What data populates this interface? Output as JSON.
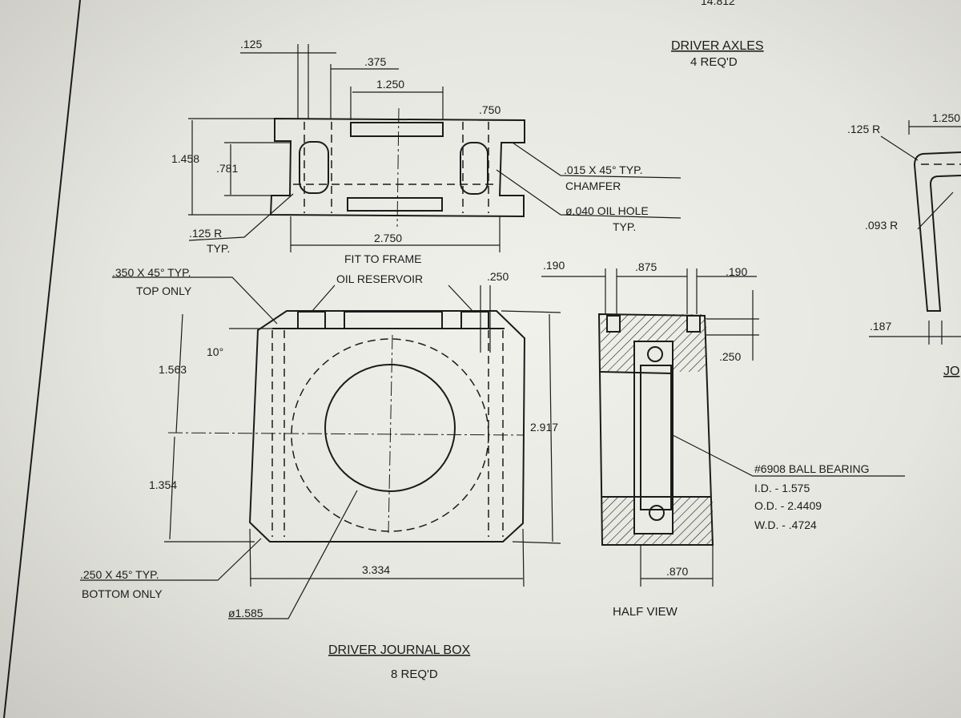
{
  "top_cut_number": "14.812",
  "axles": {
    "title": "DRIVER AXLES",
    "qty": "4 REQ'D"
  },
  "top_view": {
    "d_125": ".125",
    "d_375": ".375",
    "d_1250": "1.250",
    "d_750": ".750",
    "d_1458": "1.458",
    "d_781": ".781",
    "d_2750": "2.750",
    "radius_label": ".125 R",
    "radius_typ": "TYP.",
    "chamfer_1": ".015 X 45° TYP.",
    "chamfer_2": "CHAMFER",
    "oil_hole_1": "ø.040 OIL HOLE",
    "oil_hole_2": "TYP.",
    "fit_label": "FIT TO FRAME"
  },
  "front_view": {
    "top_chamfer_1": ".350 X 45° TYP.",
    "top_chamfer_2": "TOP ONLY",
    "oil_reservoir": "OIL RESERVOIR",
    "d_250": ".250",
    "angle": "10°",
    "d_1563": "1.563",
    "d_1354": "1.354",
    "d_2917": "2.917",
    "d_3334": "3.334",
    "bottom_chamfer_1": ".250 X 45° TYP.",
    "bottom_chamfer_2": "BOTTOM ONLY",
    "bore": "ø1.585"
  },
  "half_view": {
    "d_190_left": ".190",
    "d_875": ".875",
    "d_190_right": ".190",
    "d_250": ".250",
    "d_870": ".870",
    "label": "HALF VIEW"
  },
  "bearing": {
    "line1": "#6908 BALL BEARING",
    "line2": "I.D. - 1.575",
    "line3": "O.D. - 2.4409",
    "line4": "W.D. - .4724"
  },
  "right_part": {
    "r125": ".125 R",
    "d_1250": "1.250",
    "r093": ".093 R",
    "d_187": ".187",
    "partial_title": "JO"
  },
  "journal_box": {
    "title": "DRIVER JOURNAL BOX",
    "qty": "8 REQ'D"
  }
}
